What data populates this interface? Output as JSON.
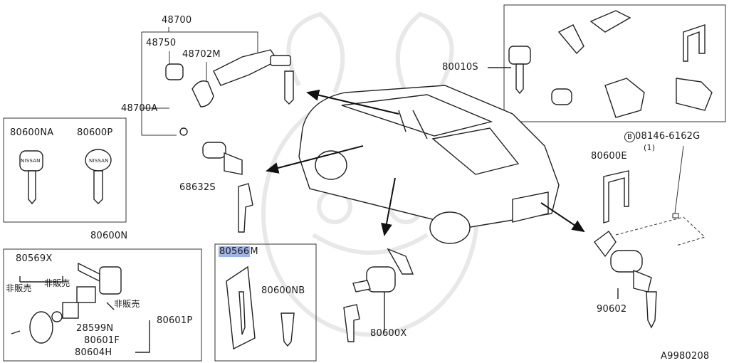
{
  "diagram_id": "A9980208",
  "labels": {
    "p48700": "48700",
    "p48750": "48750",
    "p48702M": "48702M",
    "p48700A": "48700A",
    "p80010S": "80010S",
    "p80600NA": "80600NA",
    "p80600P": "80600P",
    "p68632S": "68632S",
    "bolt_code": "08146-6162G",
    "bolt_circle": "B",
    "bolt_qty": "(1)",
    "p80600E": "80600E",
    "p80600N": "80600N",
    "p80569X": "80569X",
    "not_for_sale_1": "非販売",
    "not_for_sale_2": "非販売",
    "not_for_sale_3": "非販売",
    "p28599N": "28599N",
    "p80601F": "80601F",
    "p80601P": "80601P",
    "p80604H": "80604H",
    "p80566M_hl": "80566",
    "p80566M_rest": "M",
    "p80600NB": "80600NB",
    "p80600X": "80600X",
    "p90602": "90602"
  },
  "key_logo_text": "NISSAN",
  "highlight_color": "#9fb3e6"
}
